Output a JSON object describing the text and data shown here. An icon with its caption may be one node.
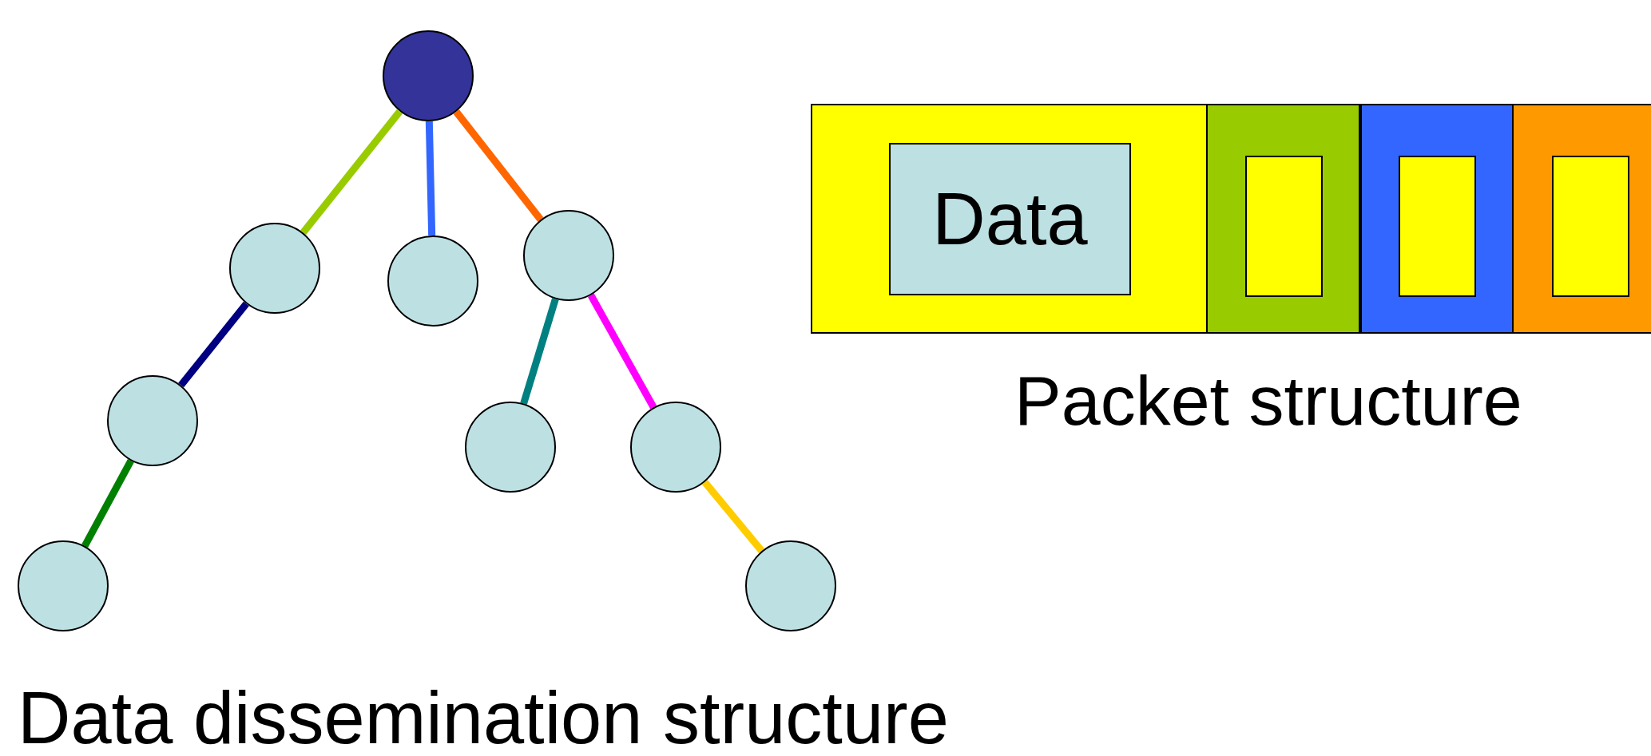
{
  "diagram": {
    "nodes": [
      {
        "text": [],
        "shape": "circle"
      },
      {
        "text": [],
        "shape": "circle"
      },
      {
        "text": [],
        "shape": "circle"
      },
      {
        "text": [],
        "shape": "circle"
      },
      {
        "text": [],
        "shape": "circle"
      },
      {
        "text": [],
        "shape": "circle"
      },
      {
        "text": [],
        "shape": "circle"
      },
      {
        "text": [],
        "shape": "circle"
      },
      {
        "text": [],
        "shape": "circle"
      },
      {
        "text": [],
        "shape": "box"
      },
      {
        "text": [
          "Data"
        ],
        "in": 9
      },
      {
        "text": [],
        "shape": "box"
      },
      {
        "text": [],
        "shape": "box",
        "in": 11
      },
      {
        "text": [],
        "shape": "box"
      },
      {
        "text": [],
        "shape": "box",
        "in": 13
      },
      {
        "text": [],
        "shape": "box"
      },
      {
        "text": [],
        "shape": "box",
        "in": 15
      }
    ],
    "edges": [
      {
        "from": 0,
        "to": 1,
        "arrow": "none",
        "color": "#99cc00"
      },
      {
        "from": 0,
        "to": 2,
        "arrow": "none",
        "color": "#3366ff"
      },
      {
        "from": 0,
        "to": 3,
        "arrow": "none",
        "color": "#ff6600"
      },
      {
        "from": 1,
        "to": 4,
        "arrow": "none",
        "color": "#000080"
      },
      {
        "from": 3,
        "to": 5,
        "arrow": "none",
        "color": "#008080"
      },
      {
        "from": 3,
        "to": 6,
        "arrow": "none",
        "color": "#ff00ff"
      },
      {
        "from": 4,
        "to": 7,
        "arrow": "none",
        "color": "#008000"
      },
      {
        "from": 6,
        "to": 8,
        "arrow": "none",
        "color": "#ffcc00"
      }
    ],
    "labels": [
      "Packet structure",
      "Data dissemination structure"
    ]
  }
}
